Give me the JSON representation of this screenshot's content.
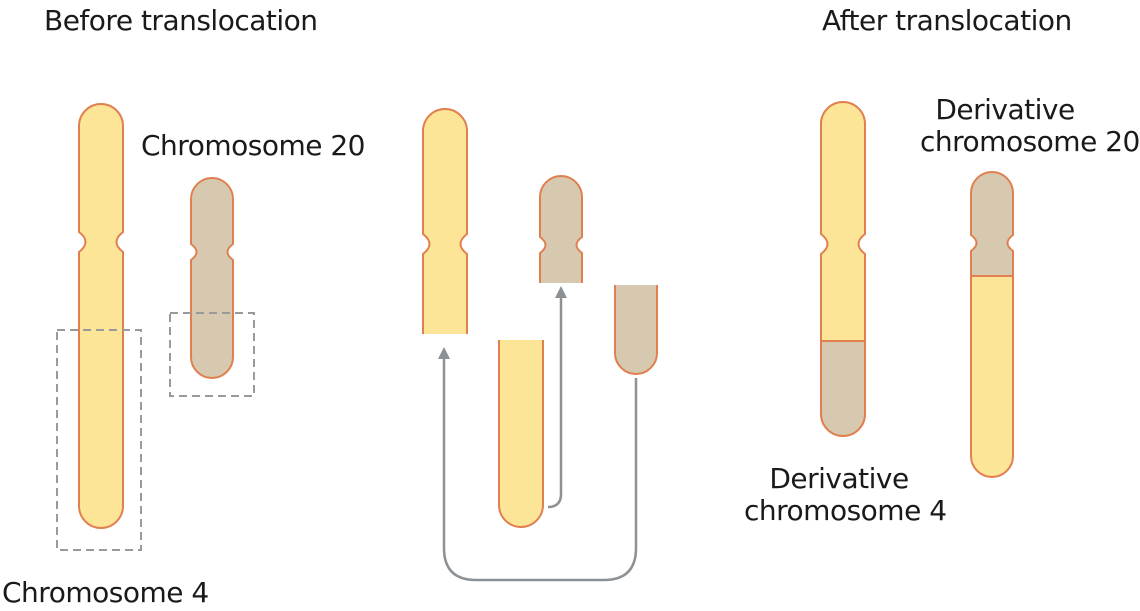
{
  "headings": {
    "before": "Before translocation",
    "after": "After translocation"
  },
  "labels": {
    "chromosome_20": "Chromosome 20",
    "chromosome_4": "Chromosome 4",
    "derivative_20_line1": "Derivative",
    "derivative_20_line2": "chromosome 20",
    "derivative_4_line1": "Derivative",
    "derivative_4_line2": "chromosome 4"
  },
  "colors": {
    "chromosome_4_fill": "#fde597",
    "chromosome_20_fill": "#d6c9af",
    "outline": "#e07f4f",
    "selection_box": "#9a9a9a",
    "arrow": "#8c9196"
  }
}
